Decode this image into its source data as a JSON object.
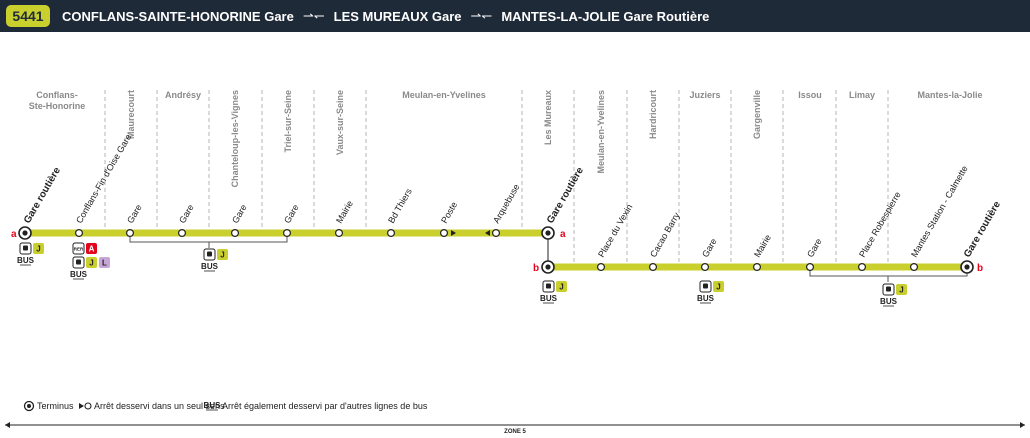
{
  "header": {
    "line_number": "5441",
    "origin": "CONFLANS-SAINTE-HONORINE Gare",
    "via": "LES MUREAUX Gare",
    "destination": "MANTES-LA-JOLIE Gare Routière",
    "arrows": "—⇀ ↽—"
  },
  "communes": [
    {
      "name_lines": [
        "Conflans-",
        "Ste-Honorine"
      ],
      "vertical": false
    },
    {
      "name": "Maurecourt",
      "vertical": true
    },
    {
      "name_lines": [
        "Andrésy"
      ],
      "vertical": false
    },
    {
      "name": "Chanteloup-les-Vignes",
      "vertical": true
    },
    {
      "name": "Triel-sur-Seine",
      "vertical": true
    },
    {
      "name": "Vaux-sur-Seine",
      "vertical": true
    },
    {
      "name_lines": [
        "Meulan-en-Yvelines"
      ],
      "vertical": false
    },
    {
      "name": "Les Mureaux",
      "vertical": true
    },
    {
      "name": "Meulan-en-Yvelines",
      "vertical": true
    },
    {
      "name": "Hardricourt",
      "vertical": true
    },
    {
      "name_lines": [
        "Juziers"
      ],
      "vertical": false
    },
    {
      "name": "Gargenville",
      "vertical": true
    },
    {
      "name_lines": [
        "Issou"
      ],
      "vertical": false
    },
    {
      "name_lines": [
        "Limay"
      ],
      "vertical": false
    },
    {
      "name_lines": [
        "Mantes-la-Jolie"
      ],
      "vertical": false
    }
  ],
  "stops_top": [
    {
      "name": "Gare routière",
      "terminus": true
    },
    {
      "name": "Conflans-Fin d'Oise Gare"
    },
    {
      "name": "Gare"
    },
    {
      "name": "Gare"
    },
    {
      "name": "Gare"
    },
    {
      "name": "Gare"
    },
    {
      "name": "Mairie"
    },
    {
      "name": "Bd Thiers"
    },
    {
      "name": "Poste"
    },
    {
      "name": "Arquebuse"
    },
    {
      "name": "Gare routière",
      "terminus": true
    }
  ],
  "stops_bottom": [
    {
      "name": "Place du Vexin"
    },
    {
      "name": "Cacao Barry"
    },
    {
      "name": "Gare"
    },
    {
      "name": "Mairie"
    },
    {
      "name": "Gare"
    },
    {
      "name": "Place Robespierre"
    },
    {
      "name": "Mantes Station - Calmette"
    },
    {
      "name": "Gare routière",
      "terminus": true
    }
  ],
  "branch_labels": {
    "a": "a",
    "b": "b"
  },
  "badges": {
    "bus": "BUS",
    "rer": "RER",
    "rer_line": "A",
    "tram_line_j": "J",
    "train_line_l": "L"
  },
  "colors": {
    "line": "#c9cf2d",
    "header_bg": "#1f2a38",
    "rer_red": "#e3051b",
    "line_l_purple": "#c6a6d4",
    "branch_red": "#e3051b"
  },
  "legend": {
    "terminus": "Terminus",
    "one_way": "Arrêt desservi dans un seul sens",
    "other_lines": "Arrêt également desservi par d'autres lignes de bus",
    "bus": "BUS"
  },
  "zone": "ZONE 5"
}
